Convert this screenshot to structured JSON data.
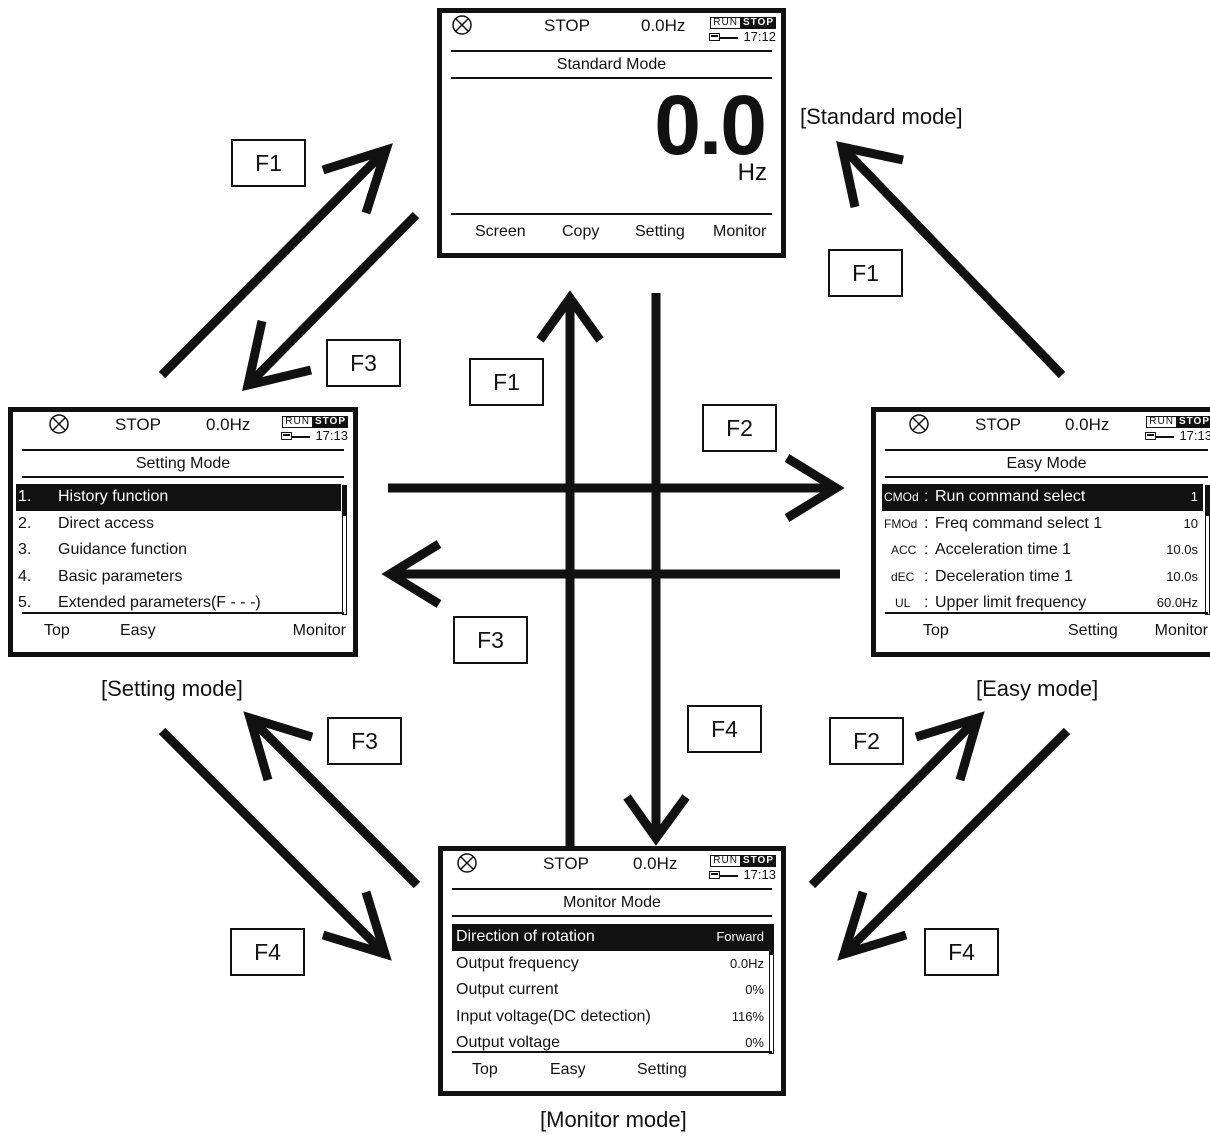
{
  "status": {
    "state": "STOP",
    "freq": "0.0Hz",
    "run": "RUN",
    "stop_badge": "STOP"
  },
  "screens": {
    "standard": {
      "time": "17:12",
      "title": "Standard Mode",
      "big_value": "0.0",
      "unit": "Hz",
      "fkeys": [
        "Screen",
        "Copy",
        "Setting",
        "Monitor"
      ],
      "caption": "[Standard mode]"
    },
    "setting": {
      "time": "17:13",
      "title": "Setting Mode",
      "items": [
        {
          "num": "1.",
          "label": "History function"
        },
        {
          "num": "2.",
          "label": "Direct access"
        },
        {
          "num": "3.",
          "label": "Guidance function"
        },
        {
          "num": "4.",
          "label": "Basic parameters"
        },
        {
          "num": "5.",
          "label": "Extended parameters(F - - -)"
        }
      ],
      "fkeys": [
        "Top",
        "Easy",
        "Monitor"
      ],
      "caption": "[Setting mode]"
    },
    "easy": {
      "time": "17:13",
      "title": "Easy Mode",
      "items": [
        {
          "code": "CMOd",
          "label": "Run command select",
          "value": "1"
        },
        {
          "code": "FMOd",
          "label": "Freq command select 1",
          "value": "10"
        },
        {
          "code": "ACC",
          "label": "Acceleration time 1",
          "value": "10.0s"
        },
        {
          "code": "dEC",
          "label": "Deceleration time 1",
          "value": "10.0s"
        },
        {
          "code": "UL",
          "label": "Upper limit frequency",
          "value": "60.0Hz"
        }
      ],
      "fkeys": [
        "Top",
        "Setting",
        "Monitor"
      ],
      "caption": "[Easy mode]"
    },
    "monitor": {
      "time": "17:13",
      "title": "Monitor Mode",
      "items": [
        {
          "label": "Direction of rotation",
          "value": "Forward"
        },
        {
          "label": "Output frequency",
          "value": "0.0Hz"
        },
        {
          "label": "Output current",
          "value": "0%"
        },
        {
          "label": "Input voltage(DC detection)",
          "value": "116%"
        },
        {
          "label": "Output voltage",
          "value": "0%"
        }
      ],
      "fkeys": [
        "Top",
        "Easy",
        "Setting"
      ],
      "caption": "[Monitor mode]"
    }
  },
  "keys": {
    "f1": "F1",
    "f2": "F2",
    "f3": "F3",
    "f4": "F4"
  }
}
